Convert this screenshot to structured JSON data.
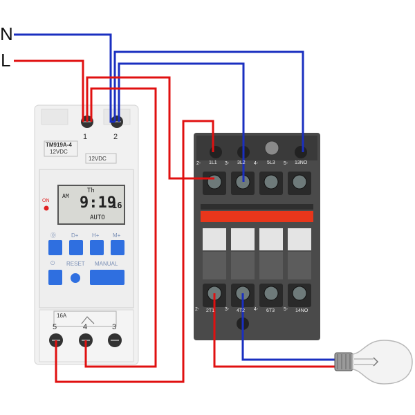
{
  "lines": {
    "neutral": "N",
    "live": "L"
  },
  "timer": {
    "model": "TM919A-4",
    "supply": "12VDC",
    "supply_right": "12VDC",
    "top_terminals": [
      "1",
      "2"
    ],
    "lcd": {
      "am": "AM",
      "day": "Th",
      "time": "9:19",
      "seconds": "16",
      "mode": "AUTO"
    },
    "on_label": "ON",
    "buttons_row1": [
      "⓪",
      "D+",
      "H+",
      "M+"
    ],
    "buttons_row2": [
      "⏻",
      "RESET",
      "MANUAL"
    ],
    "rating": "16A",
    "bottom_terminals": [
      "5",
      "4",
      "3"
    ]
  },
  "contactor": {
    "top_labels": [
      "2-",
      "1L1",
      "3-",
      "3L2",
      "4-",
      "5L3",
      "5-",
      "13NO"
    ],
    "bottom_labels": [
      "2-",
      "2T1",
      "3-",
      "4T2",
      "4-",
      "6T3",
      "5-",
      "14NO"
    ]
  },
  "colors": {
    "neutral_wire": "#1a2fc0",
    "live_wire": "#e01010",
    "button": "#2f6fe0",
    "contactor_body": "#4a4a4a",
    "contactor_stripe": "#e8361b"
  }
}
